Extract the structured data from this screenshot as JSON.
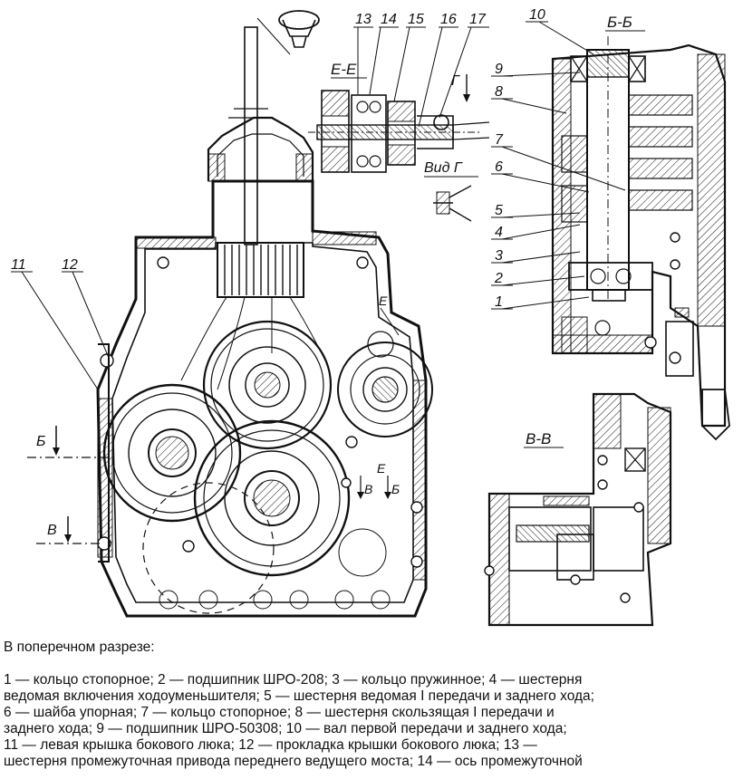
{
  "callouts": {
    "left": [
      "11",
      "12"
    ],
    "top": [
      "13",
      "14",
      "15",
      "16",
      "17",
      "10"
    ],
    "right": [
      "9",
      "8",
      "7",
      "6",
      "5",
      "4",
      "3",
      "2",
      "1"
    ]
  },
  "section_labels": {
    "ee_top": "Е-Е",
    "bb_top": "Б-Б",
    "g_arrow": "Г",
    "vid_g": "Вид Г",
    "vv": "В-В",
    "e_small_1": "Е",
    "e_small_2": "Е",
    "b_left": "Б",
    "v_left": "В",
    "v_small": "В",
    "b_small": "Б"
  },
  "caption": {
    "intro": "В поперечном разрезе:",
    "lines": [
      "1 — кольцо стопорное; 2 — подшипник ШРО-208; 3 — кольцо пружинное; 4 — шестерня",
      "ведомая включения ходоуменьшителя; 5 — шестерня ведомая I передачи и заднего хода;",
      "6 — шайба упорная; 7 — кольцо стопорное; 8 — шестерня скользящая I передачи и",
      "заднего хода; 9 — подшипник ШРО-50308; 10 — вал первой передачи и заднего хода;",
      "11 — левая крышка бокового люка; 12 — прокладка крышки бокового люка; 13 —",
      "шестерня промежуточная привода переднего ведущего моста; 14 — ось промежуточной"
    ]
  }
}
